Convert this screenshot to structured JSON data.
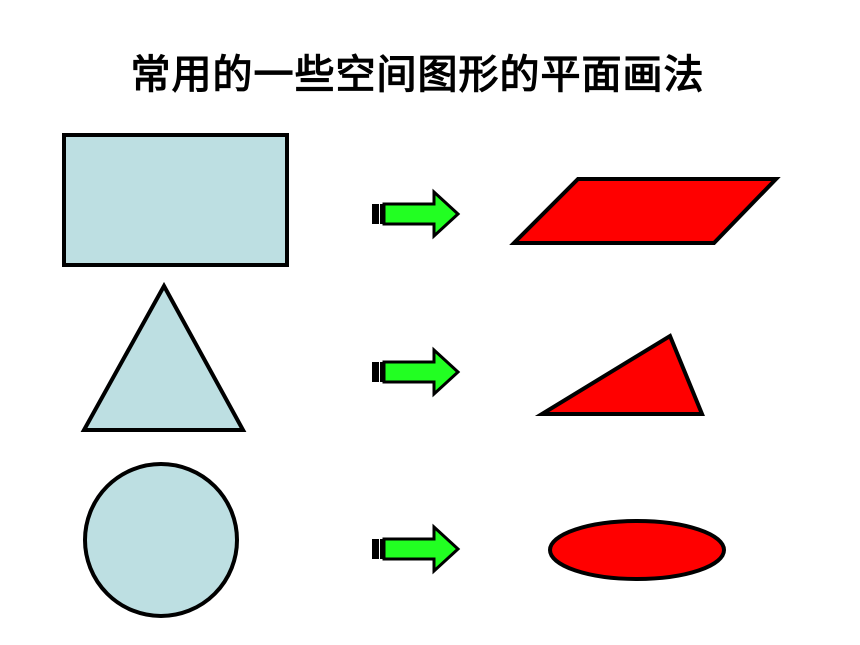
{
  "title": "常用的一些空间图形的平面画法",
  "colors": {
    "source_fill": "#bddfe2",
    "target_fill": "#ff0000",
    "arrow_fill": "#22ff22",
    "outline": "#000000"
  },
  "rows": [
    {
      "source_shape": "rectangle",
      "target_shape": "parallelogram"
    },
    {
      "source_shape": "triangle",
      "target_shape": "oblique-triangle"
    },
    {
      "source_shape": "circle",
      "target_shape": "ellipse"
    }
  ]
}
